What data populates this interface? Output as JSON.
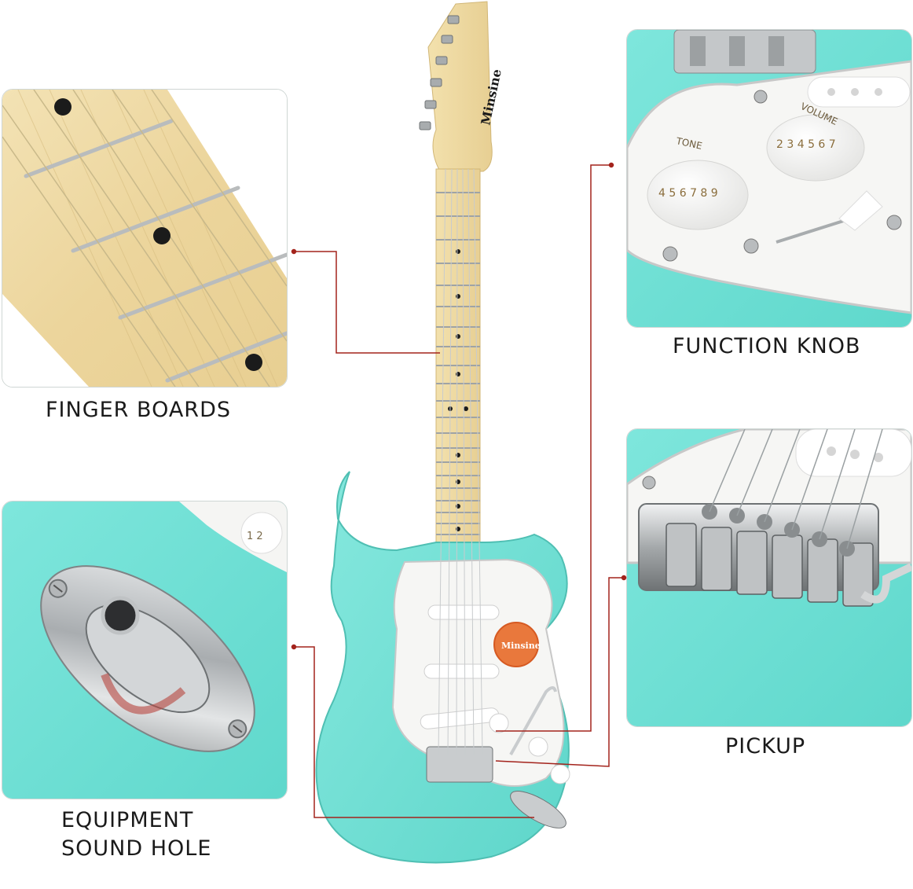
{
  "brand": {
    "headstock_logo": "Minsine",
    "pickguard_badge": "Minsine"
  },
  "labels": {
    "finger_boards": "FINGER BOARDS",
    "function_knob": "FUNCTION KNOB",
    "equipment_sound_hole": "EQUIPMENT\nSOUND HOLE",
    "pickup": "PICKUP"
  },
  "knobs": {
    "tone_label": "TONE",
    "volume_label": "VOLUME",
    "tone_numbers": "4 5 6 7 8 9",
    "volume_numbers": "2 3 4 5 6 7",
    "jack_panel_numbers": "1 2"
  },
  "colors": {
    "body_teal": "#6fe0d6",
    "maple": "#f0dca6",
    "callout_red": "#a3231c",
    "pickguard": "#f7f7f5",
    "chrome": "#c9ccce"
  }
}
